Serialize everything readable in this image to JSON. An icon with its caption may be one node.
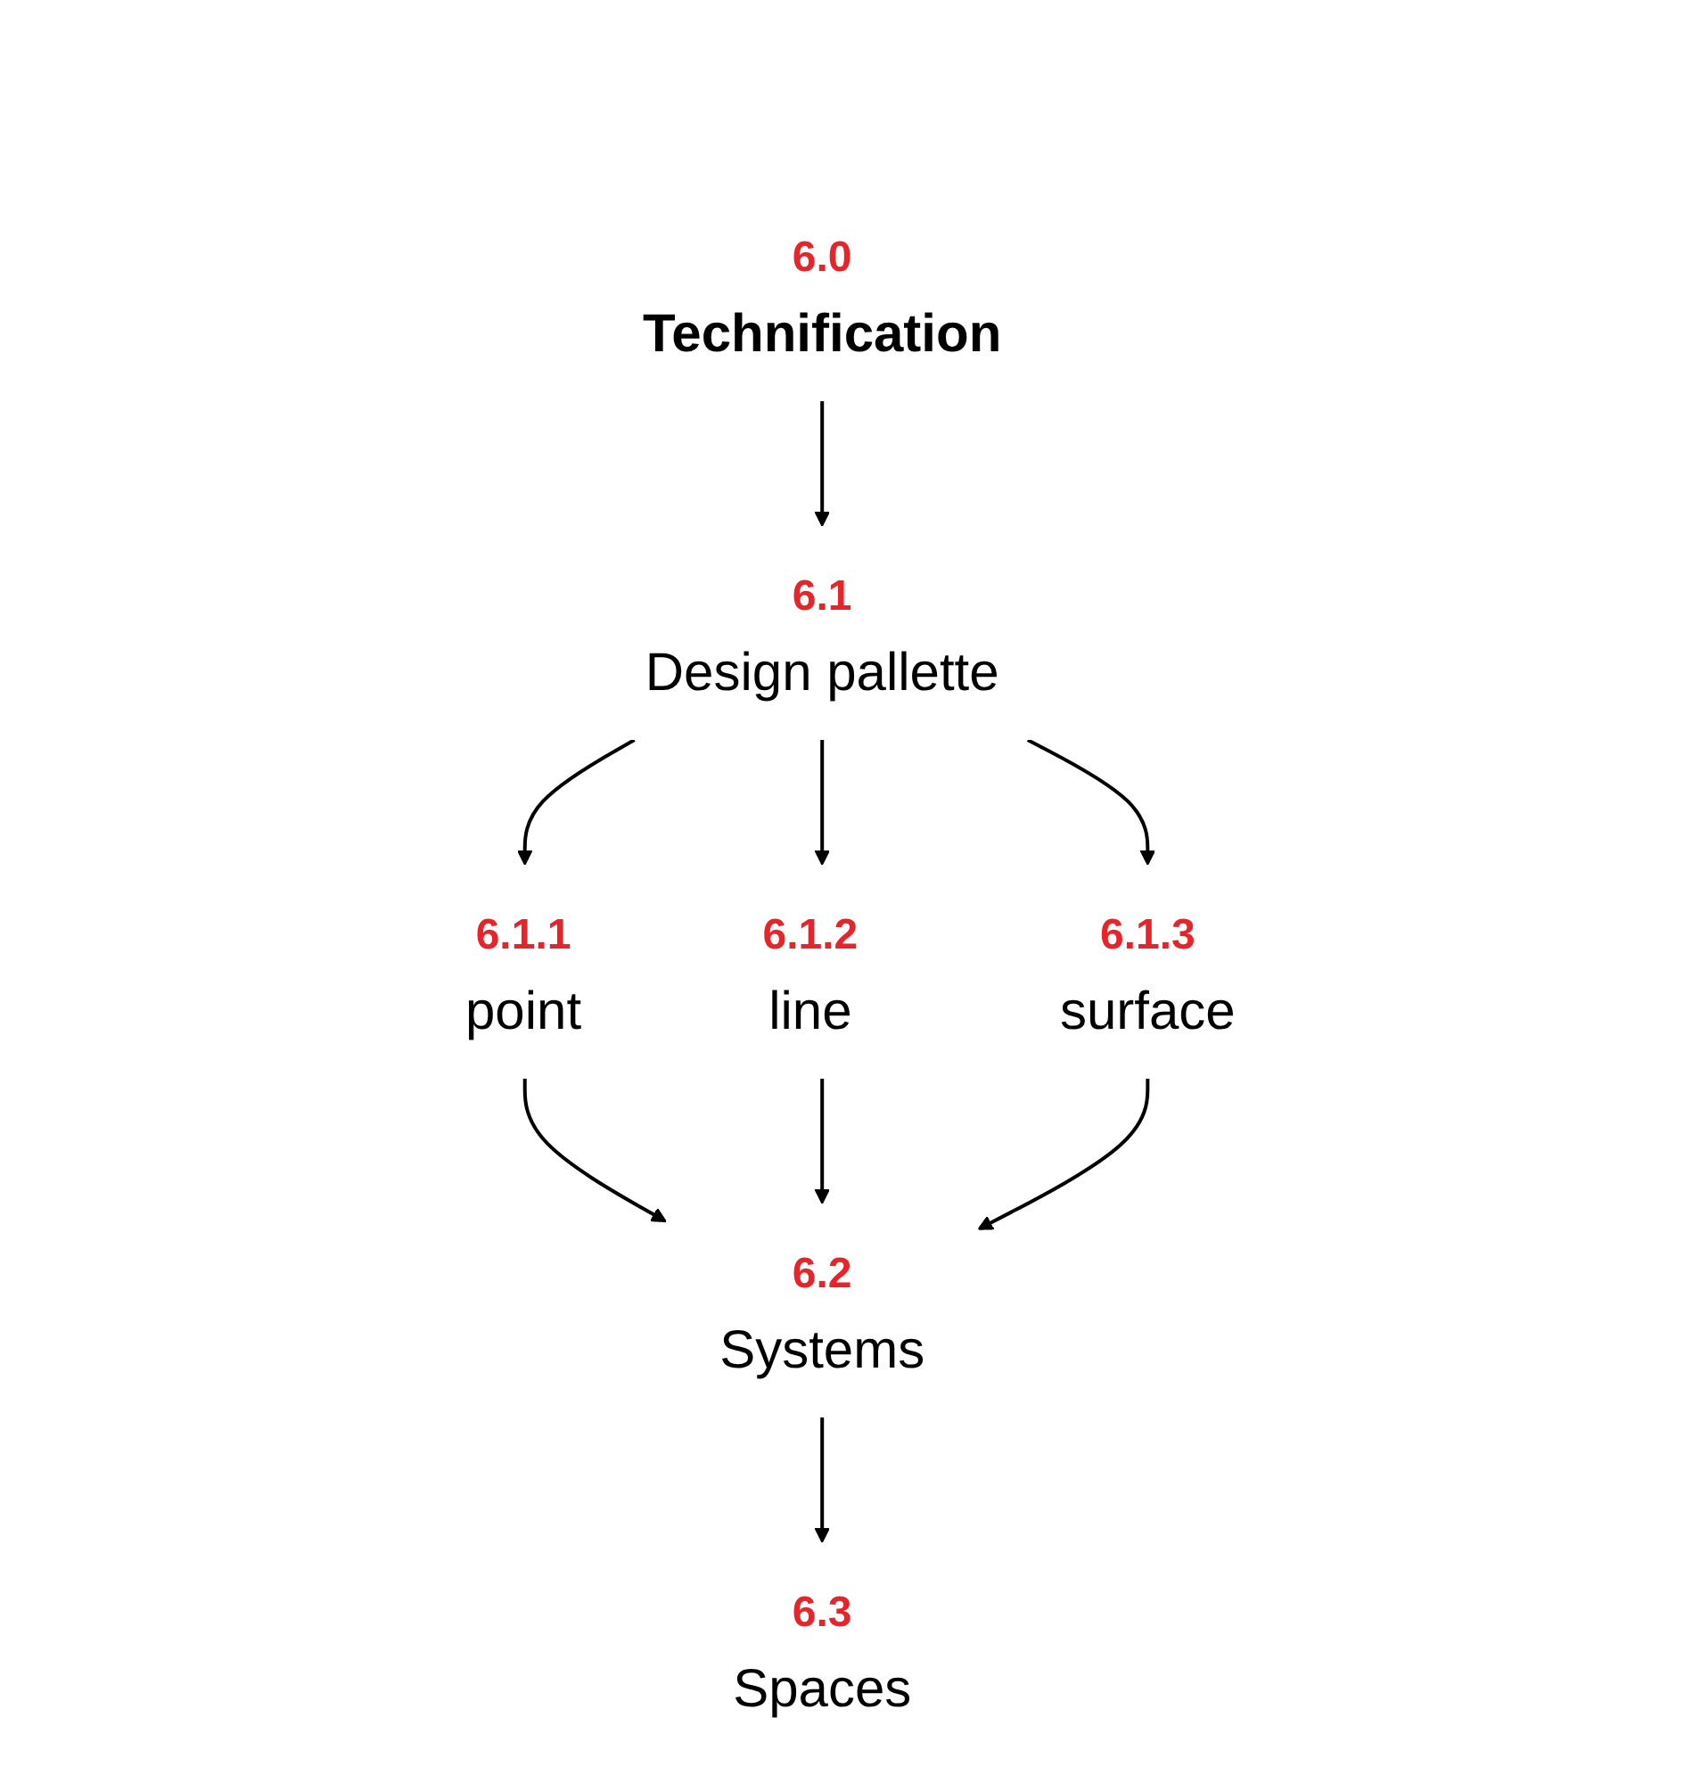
{
  "diagram": {
    "nodes": [
      {
        "text": [
          "6.0",
          "Technification"
        ]
      },
      {
        "text": [
          "6.1",
          "Design pallette"
        ]
      },
      {
        "text": [
          "6.1.1",
          "point"
        ]
      },
      {
        "text": [
          "6.1.2",
          "line"
        ]
      },
      {
        "text": [
          "6.1.3",
          "surface"
        ]
      },
      {
        "text": [
          "6.2",
          "Systems"
        ]
      },
      {
        "text": [
          "6.3",
          "Spaces"
        ]
      }
    ],
    "edges": [
      {
        "from": 0,
        "to": 1,
        "arrow": "to"
      },
      {
        "from": 1,
        "to": 2,
        "arrow": "to"
      },
      {
        "from": 1,
        "to": 3,
        "arrow": "to"
      },
      {
        "from": 1,
        "to": 4,
        "arrow": "to"
      },
      {
        "from": 2,
        "to": 5,
        "arrow": "to"
      },
      {
        "from": 3,
        "to": 5,
        "arrow": "to"
      },
      {
        "from": 4,
        "to": 5,
        "arrow": "to"
      },
      {
        "from": 5,
        "to": 6,
        "arrow": "to"
      }
    ]
  }
}
